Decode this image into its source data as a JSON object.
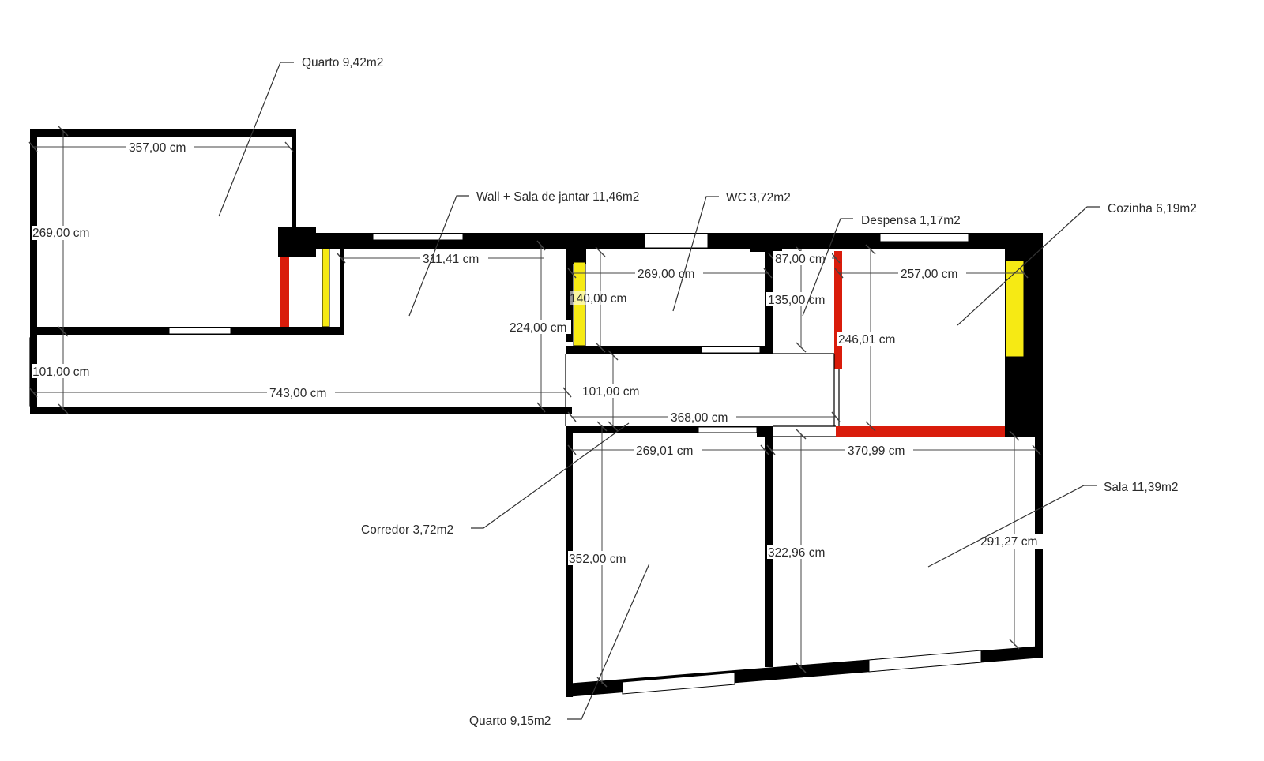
{
  "rooms": [
    {
      "id": "quarto1",
      "label": "Quarto 9,42m2"
    },
    {
      "id": "sala_jantar",
      "label": "Wall + Sala de jantar 11,46m2"
    },
    {
      "id": "wc",
      "label": "WC 3,72m2"
    },
    {
      "id": "despensa",
      "label": "Despensa 1,17m2"
    },
    {
      "id": "cozinha",
      "label": "Cozinha 6,19m2"
    },
    {
      "id": "sala",
      "label": "Sala 11,39m2"
    },
    {
      "id": "corredor",
      "label": "Corredor 3,72m2"
    },
    {
      "id": "quarto2",
      "label": "Quarto 9,15m2"
    }
  ],
  "dimensions": {
    "q1_width": "357,00 cm",
    "q1_height": "269,00 cm",
    "hall_101_left": "101,00 cm",
    "hall_743": "743,00 cm",
    "sj_311": "311,41 cm",
    "sj_224": "224,00 cm",
    "wc_269": "269,00 cm",
    "wc_140": "140,00 cm",
    "desp_87": "87,00 cm",
    "desp_135": "135,00 cm",
    "coz_257": "257,00 cm",
    "coz_246": "246,01 cm",
    "corr_101": "101,00 cm",
    "corr_368": "368,00 cm",
    "q2_269": "269,01 cm",
    "sala_370": "370,99 cm",
    "q2_352": "352,00 cm",
    "sala_322": "322,96 cm",
    "sala_291": "291,27 cm"
  },
  "colors": {
    "wall": "#000000",
    "red_wall": "#d91c0b",
    "yellow_wall": "#f6ea14",
    "window": "#ffffff"
  }
}
